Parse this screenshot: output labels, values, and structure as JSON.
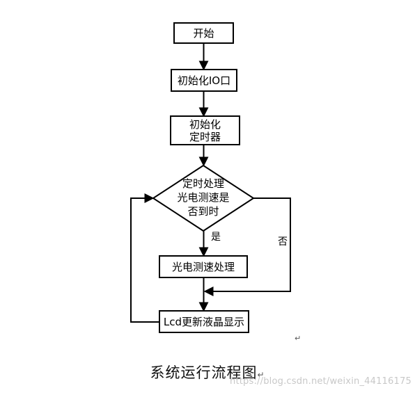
{
  "diagram": {
    "nodes": {
      "start": "开始",
      "init_io": "初始化IO口",
      "init_timer_line1": "初始化",
      "init_timer_line2": "定时器",
      "decision_line1": "定时处理",
      "decision_line2": "光电测速是",
      "decision_line3": "否到时",
      "speed_process": "光电测速处理",
      "lcd_display": "Lcd更新液晶显示"
    },
    "branches": {
      "yes": "是",
      "no": "否"
    }
  },
  "caption": "系统运行流程图",
  "paragraph_mark": "↵",
  "watermark": "https://blog.csdn.net/weixin_44116175"
}
